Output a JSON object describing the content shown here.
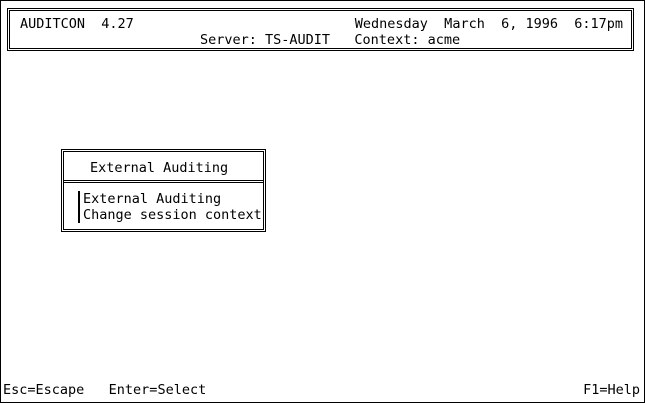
{
  "header": {
    "app_title": "AUDITCON  4.27",
    "date": "Wednesday  March  6, 1996  6:17pm",
    "server": "Server: TS-AUDIT   Context: acme"
  },
  "menu": {
    "title": "External Auditing",
    "items": [
      {
        "label": "External Auditing"
      },
      {
        "label": "Change session context"
      }
    ]
  },
  "footer": {
    "escape": "Esc=Escape",
    "select": "Enter=Select",
    "help": "F1=Help"
  }
}
